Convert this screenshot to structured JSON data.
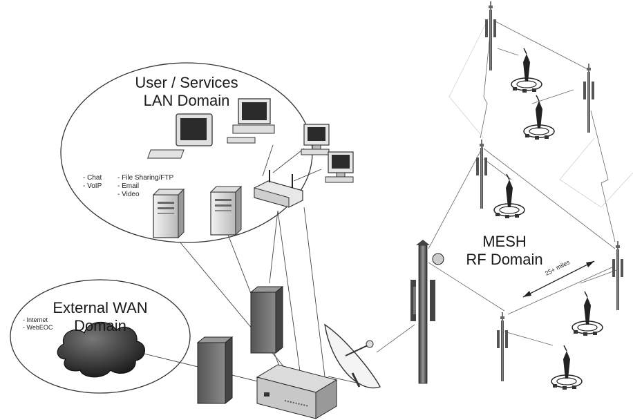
{
  "lan_domain": {
    "title_line1": "User / Services",
    "title_line2": "LAN Domain",
    "services_col1": [
      "- Chat",
      "- VoIP"
    ],
    "services_col2": [
      "- File Sharing/FTP",
      "- Email",
      "- Video"
    ]
  },
  "wan_domain": {
    "title_line1": "External WAN",
    "title_line2": "Domain",
    "items": [
      "- Internet",
      "- WebEOC"
    ]
  },
  "mesh_domain": {
    "title_line1": "MESH",
    "title_line2": "RF Domain",
    "distance_label": "25+ miles"
  },
  "icons": [
    "desktop-computer-icon",
    "server-icon",
    "wireless-router-icon",
    "cloud-icon",
    "switch-icon",
    "satellite-dish-icon",
    "radio-tower-icon",
    "antenna-site-icon"
  ]
}
